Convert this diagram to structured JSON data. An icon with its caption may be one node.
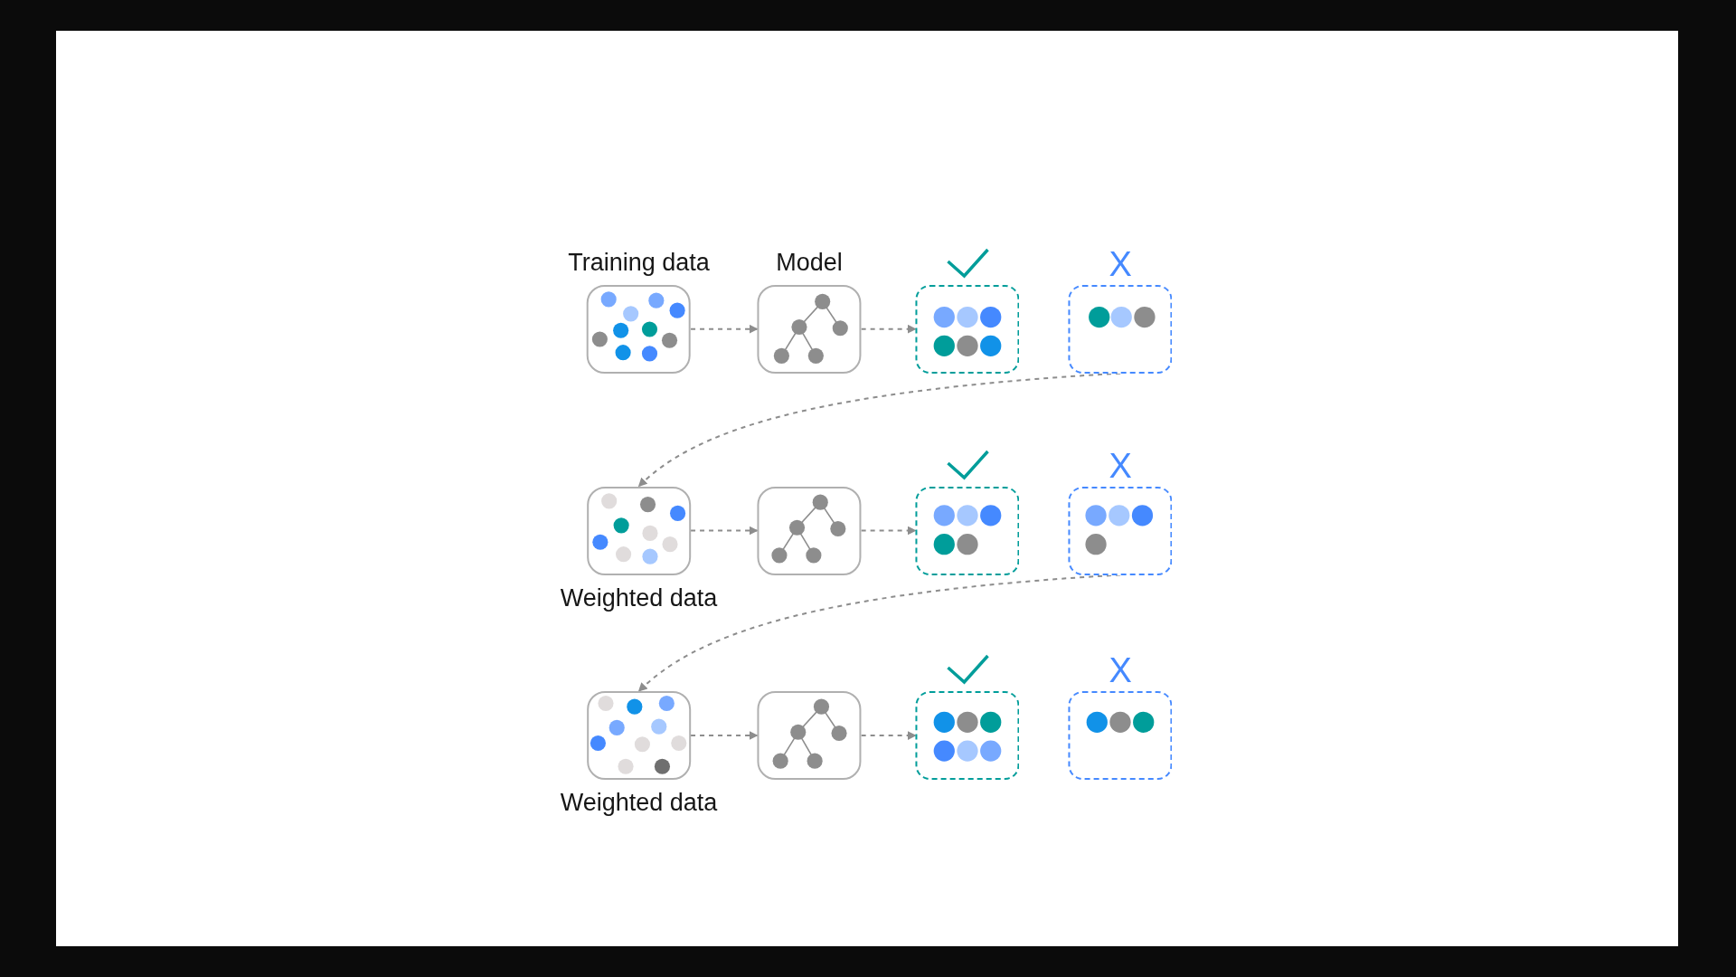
{
  "diagram": {
    "nodes": [
      {
        "text": [
          "Training data"
        ]
      },
      {
        "text": [
          "Model"
        ]
      },
      {
        "text": [],
        "shape": "box"
      },
      {
        "text": [
          "X"
        ]
      },
      {
        "text": [
          "Weighted data"
        ]
      },
      {
        "text": [],
        "shape": "box"
      },
      {
        "text": [],
        "shape": "box"
      },
      {
        "text": [
          "X"
        ]
      },
      {
        "text": [
          "Weighted data"
        ]
      },
      {
        "text": [],
        "shape": "box"
      },
      {
        "text": [],
        "shape": "box"
      },
      {
        "text": [
          "X"
        ]
      }
    ],
    "edges": [
      {
        "from": 0,
        "to": 1,
        "arrow": "to",
        "style": "dashed"
      },
      {
        "from": 1,
        "to": 2,
        "arrow": "to",
        "style": "dashed"
      },
      {
        "from": 3,
        "to": 4,
        "arrow": "to",
        "style": "dashed"
      },
      {
        "from": 4,
        "to": 5,
        "arrow": "to",
        "style": "dashed"
      },
      {
        "from": 5,
        "to": 6,
        "arrow": "to",
        "style": "dashed"
      },
      {
        "from": 7,
        "to": 8,
        "arrow": "to",
        "style": "dashed"
      },
      {
        "from": 8,
        "to": 9,
        "arrow": "to",
        "style": "dashed"
      },
      {
        "from": 9,
        "to": 10,
        "arrow": "to",
        "style": "dashed"
      }
    ]
  }
}
